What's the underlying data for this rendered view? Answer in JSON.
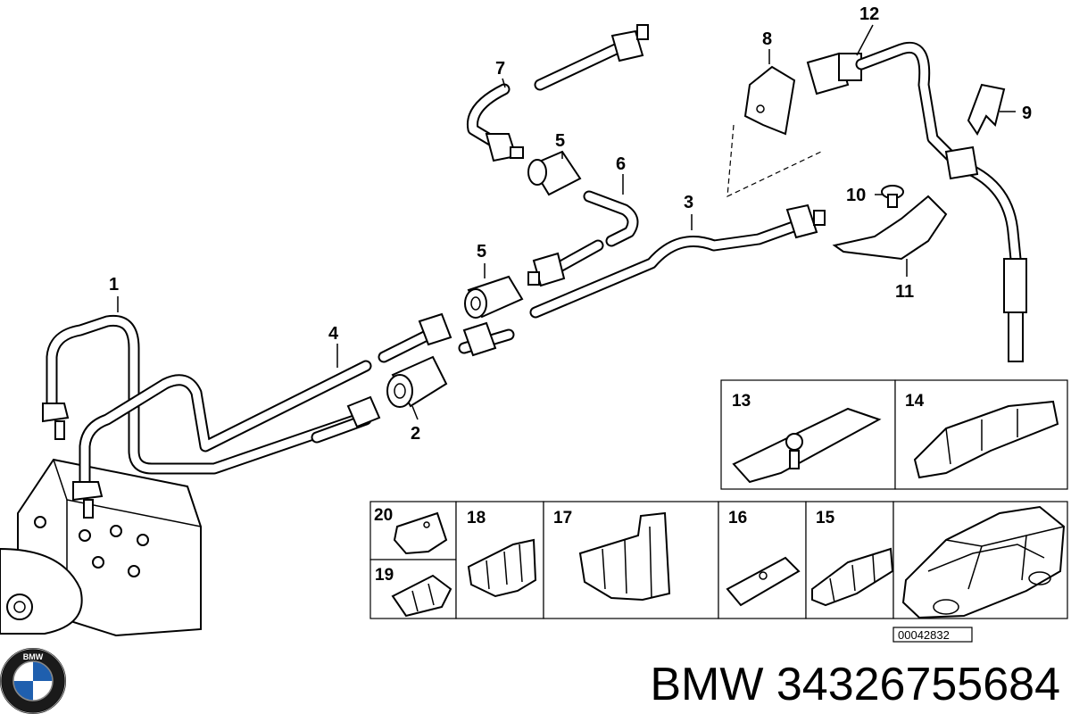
{
  "callouts": [
    "1",
    "2",
    "3",
    "4",
    "5",
    "5",
    "6",
    "7",
    "8",
    "9",
    "10",
    "11",
    "12"
  ],
  "grid_labels": [
    "13",
    "14",
    "20",
    "19",
    "18",
    "17",
    "16",
    "15"
  ],
  "diagram_id": "00042832",
  "brand": {
    "logo_text": "BMW",
    "caption": "BMW 34326755684"
  }
}
